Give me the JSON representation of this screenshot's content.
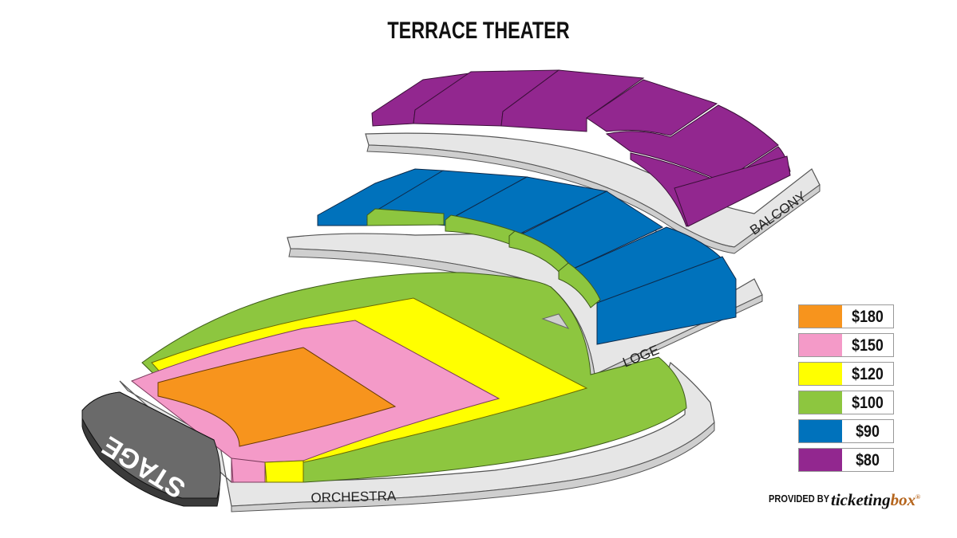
{
  "title": "TERRACE THEATER",
  "sections": {
    "stage": "STAGE",
    "orchestra": "ORCHESTRA",
    "loge": "LOGE",
    "balcony": "BALCONY"
  },
  "legend": [
    {
      "price": "$180",
      "color": "#f7941d"
    },
    {
      "price": "$150",
      "color": "#f49ac8"
    },
    {
      "price": "$120",
      "color": "#ffff00"
    },
    {
      "price": "$100",
      "color": "#8dc63f"
    },
    {
      "price": "$90",
      "color": "#0072bc"
    },
    {
      "price": "$80",
      "color": "#92278f"
    }
  ],
  "credit": {
    "label": "PROVIDED BY",
    "brand_main": "ticketing",
    "brand_accent": "box",
    "brand_mark": "®"
  }
}
